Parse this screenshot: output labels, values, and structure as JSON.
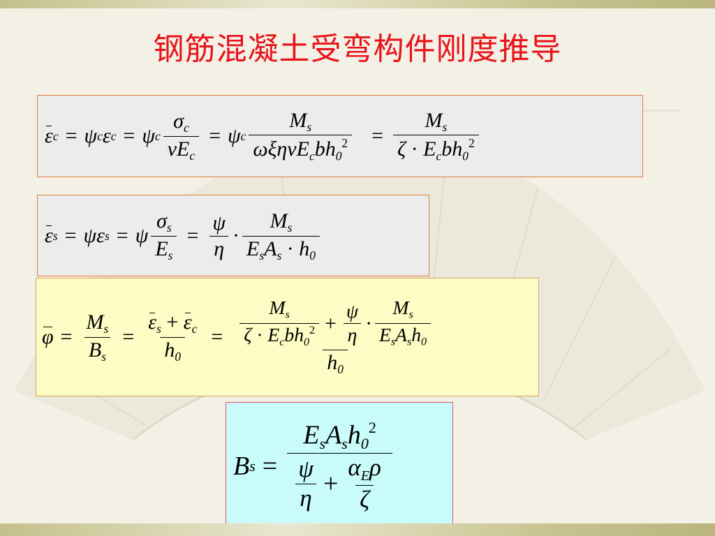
{
  "slide": {
    "title": "钢筋混凝土受弯构件刚度推导"
  },
  "formulas": {
    "concrete_strain": "ε̄c = ψc εc = ψc σc / (νEc) = ψc Ms / (ωξηνEc b h0²) = Ms / (ζ·Ec b h0²)",
    "steel_strain": "ε̄s = ψ εs = ψ σs / Es = (ψ/η) · Ms / (Es As · h0)",
    "curvature": "φ̄ = Ms / Bs = (ε̄s + ε̄c) / h0 = [Ms/(ζ·Ec b h0²) + (ψ/η)·Ms/(Es As h0)] / h0",
    "stiffness": "Bs = Es As h0² / (ψ/η + αE ρ / ζ)"
  },
  "colors": {
    "title": "#e8131b",
    "box_border_orange": "#e07a3c",
    "box_gray": "#ececec",
    "box_yellow": "#fcfcc4",
    "box_cyan": "#c9fbfb",
    "box_border_pink": "#e4506a"
  }
}
